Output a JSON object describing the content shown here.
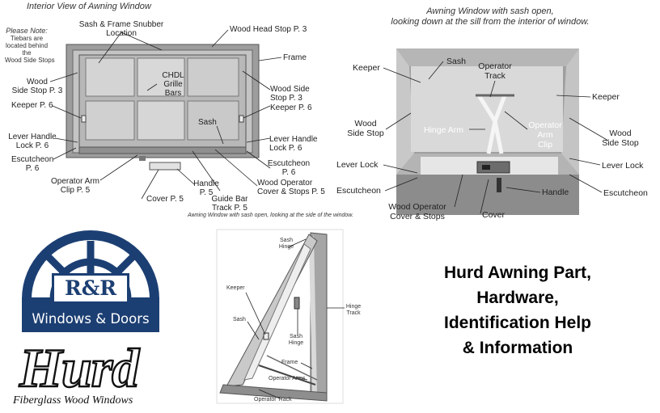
{
  "diagram1": {
    "title": "Interior View of Awning Window",
    "note": [
      "Please Note:",
      "Tiebars are",
      "located behind",
      "the",
      "Wood Side Stops"
    ],
    "labels": {
      "sash_snubber": [
        "Sash & Frame Snubber",
        "Location"
      ],
      "head_stop": "Wood Head Stop P. 3",
      "frame": "Frame",
      "wood_side_stop_left": [
        "Wood",
        "Side Stop P. 3"
      ],
      "chdl": [
        "CHDL",
        "Grille",
        "Bars"
      ],
      "wood_side_stop_right": [
        "Wood Side",
        "Stop P. 3"
      ],
      "keeper_left": "Keeper P. 6",
      "keeper_right": "Keeper P. 6",
      "sash": "Sash",
      "lever_left": [
        "Lever Handle",
        "Lock P. 6"
      ],
      "lever_right": [
        "Lever Handle",
        "Lock P. 6"
      ],
      "escutcheon_left": [
        "Escutcheon",
        "P. 6"
      ],
      "escutcheon_right": [
        "Escutcheon",
        "P. 6"
      ],
      "operator_arm_clip": [
        "Operator Arm",
        "Clip P. 5"
      ],
      "handle": [
        "Handle",
        "P. 5"
      ],
      "cover": "Cover P. 5",
      "guide_bar": [
        "Guide Bar",
        "Track P. 5"
      ],
      "wood_operator": [
        "Wood Operator",
        "Cover & Stops P. 5"
      ]
    },
    "caption": "Awning Window with sash open, looking at the side of the window."
  },
  "diagram2": {
    "title": [
      "Awning Window with sash open,",
      "looking down at the sill from the interior of window."
    ],
    "labels": {
      "keeper_left": "Keeper",
      "sash": "Sash",
      "operator_track": [
        "Operator",
        "Track"
      ],
      "keeper_right": "Keeper",
      "wood_side_stop_left": [
        "Wood",
        "Side Stop"
      ],
      "hinge_arm": "Hinge Arm",
      "operator_arm_clip": [
        "Operator",
        "Arm",
        "Clip"
      ],
      "wood_side_stop_right": [
        "Wood",
        "Side Stop"
      ],
      "lever_lock_left": "Lever Lock",
      "lever_lock_right": "Lever Lock",
      "escutcheon_left": "Escutcheon",
      "escutcheon_right": "Escutcheon",
      "handle": "Handle",
      "wood_operator": [
        "Wood Operator",
        "Cover & Stops"
      ],
      "cover": "Cover"
    }
  },
  "diagram3": {
    "labels": {
      "sash_hinge_top": [
        "Sash",
        "Hinge"
      ],
      "keeper": "Keeper",
      "hinge_track": [
        "Hinge",
        "Track"
      ],
      "sash": "Sash",
      "sash_hinge_mid": [
        "Sash",
        "Hinge"
      ],
      "frame": "Frame",
      "operator_arms": "Operator Arms",
      "operator_track": "Operator Track"
    }
  },
  "logo_rr": {
    "mark": "R&R",
    "tagline": "Windows & Doors"
  },
  "logo_hurd": {
    "wordmark": "Hurd",
    "tagline": "Fiberglass Wood Windows"
  },
  "headline": [
    "Hurd Awning Part,",
    "Hardware,",
    "Identification Help",
    "& Information"
  ],
  "colors": {
    "brand_blue": "#1c3f73",
    "frame_gray": "#a9a9a9",
    "glass_gray": "#cfcfcf"
  }
}
